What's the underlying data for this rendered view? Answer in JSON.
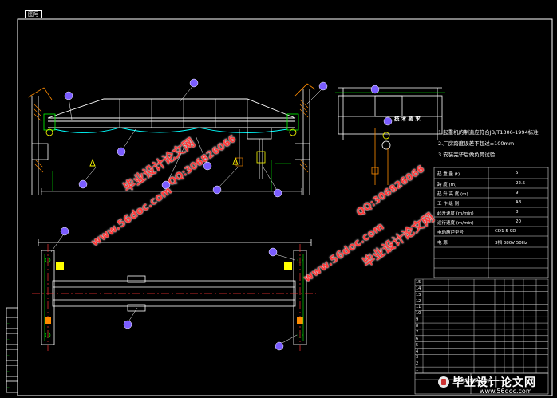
{
  "drawing": {
    "corner_tag": "图号",
    "tech_requirements": {
      "title": "技 术 要 求",
      "lines": [
        "1.起重机的制造应符合JB/T1306-1994标准",
        "2.厂房跨度误差不超过±100mm",
        "3.安装完毕后做负荷试验"
      ]
    },
    "spec_table": {
      "rows": [
        {
          "label": "起 重 量 (t)",
          "value": "5"
        },
        {
          "label": "跨 度 (m)",
          "value": "22.5"
        },
        {
          "label": "起 升 高 度 (m)",
          "value": "9"
        },
        {
          "label": "工 作 级 别",
          "value": "A3"
        },
        {
          "label": "起升速度 (m/min)",
          "value": "8"
        },
        {
          "label": "运行速度 (m/min)",
          "value": "20"
        },
        {
          "label": "电动葫芦型号",
          "value": "CD1 5-9D"
        },
        {
          "label": "电 源",
          "value": "3相 380V 50Hz"
        }
      ]
    },
    "balloons": [
      "1",
      "2",
      "3",
      "4",
      "5",
      "6",
      "7",
      "8",
      "9",
      "10",
      "11",
      "12",
      "13",
      "14",
      "15"
    ],
    "bom_rows": [
      "15",
      "14",
      "13",
      "12",
      "11",
      "10",
      "9",
      "8",
      "7",
      "6",
      "5",
      "4",
      "3",
      "2",
      "1"
    ],
    "title_block": "5t 电动单梁起重机",
    "watermarks": {
      "site_a": "毕业设计论文网",
      "qq_a": "QQ:306826066",
      "url_a": "www.56doc.com",
      "url_b": "www.56doc.com",
      "qq_b": "QQ:306826066",
      "site_b": "毕业设计论文网"
    },
    "footer_logo": {
      "title": "毕业设计论文网",
      "url": "www.56doc.com"
    },
    "colors": {
      "background": "#000000",
      "outline": "#ffffff",
      "centerline": "#ff3333",
      "balloon": "#7a5cff",
      "bom_lines": "#d0d0d0",
      "detail": "#00e0ff",
      "warning": "#ffff00",
      "hatch": "#ff8c00"
    }
  }
}
